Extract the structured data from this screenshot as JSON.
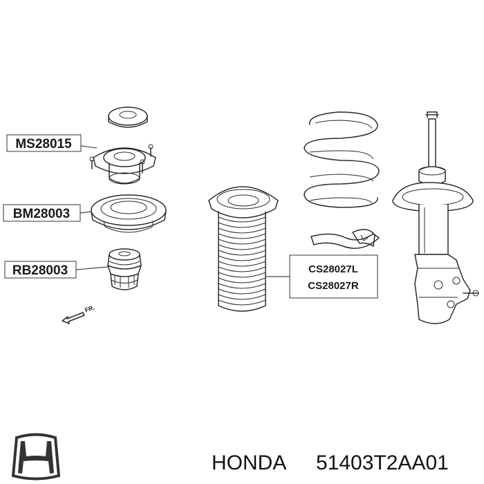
{
  "labels": {
    "mount": "MS28015",
    "bearing": "BM28003",
    "bumper": "RB28003",
    "dust_cover_left": "CS28027L",
    "dust_cover_right": "CS28027R"
  },
  "direction": "FR.",
  "footer": {
    "brand": "HONDA",
    "part_number": "51403T2AA01",
    "logo_icon": "honda-h-logo"
  }
}
